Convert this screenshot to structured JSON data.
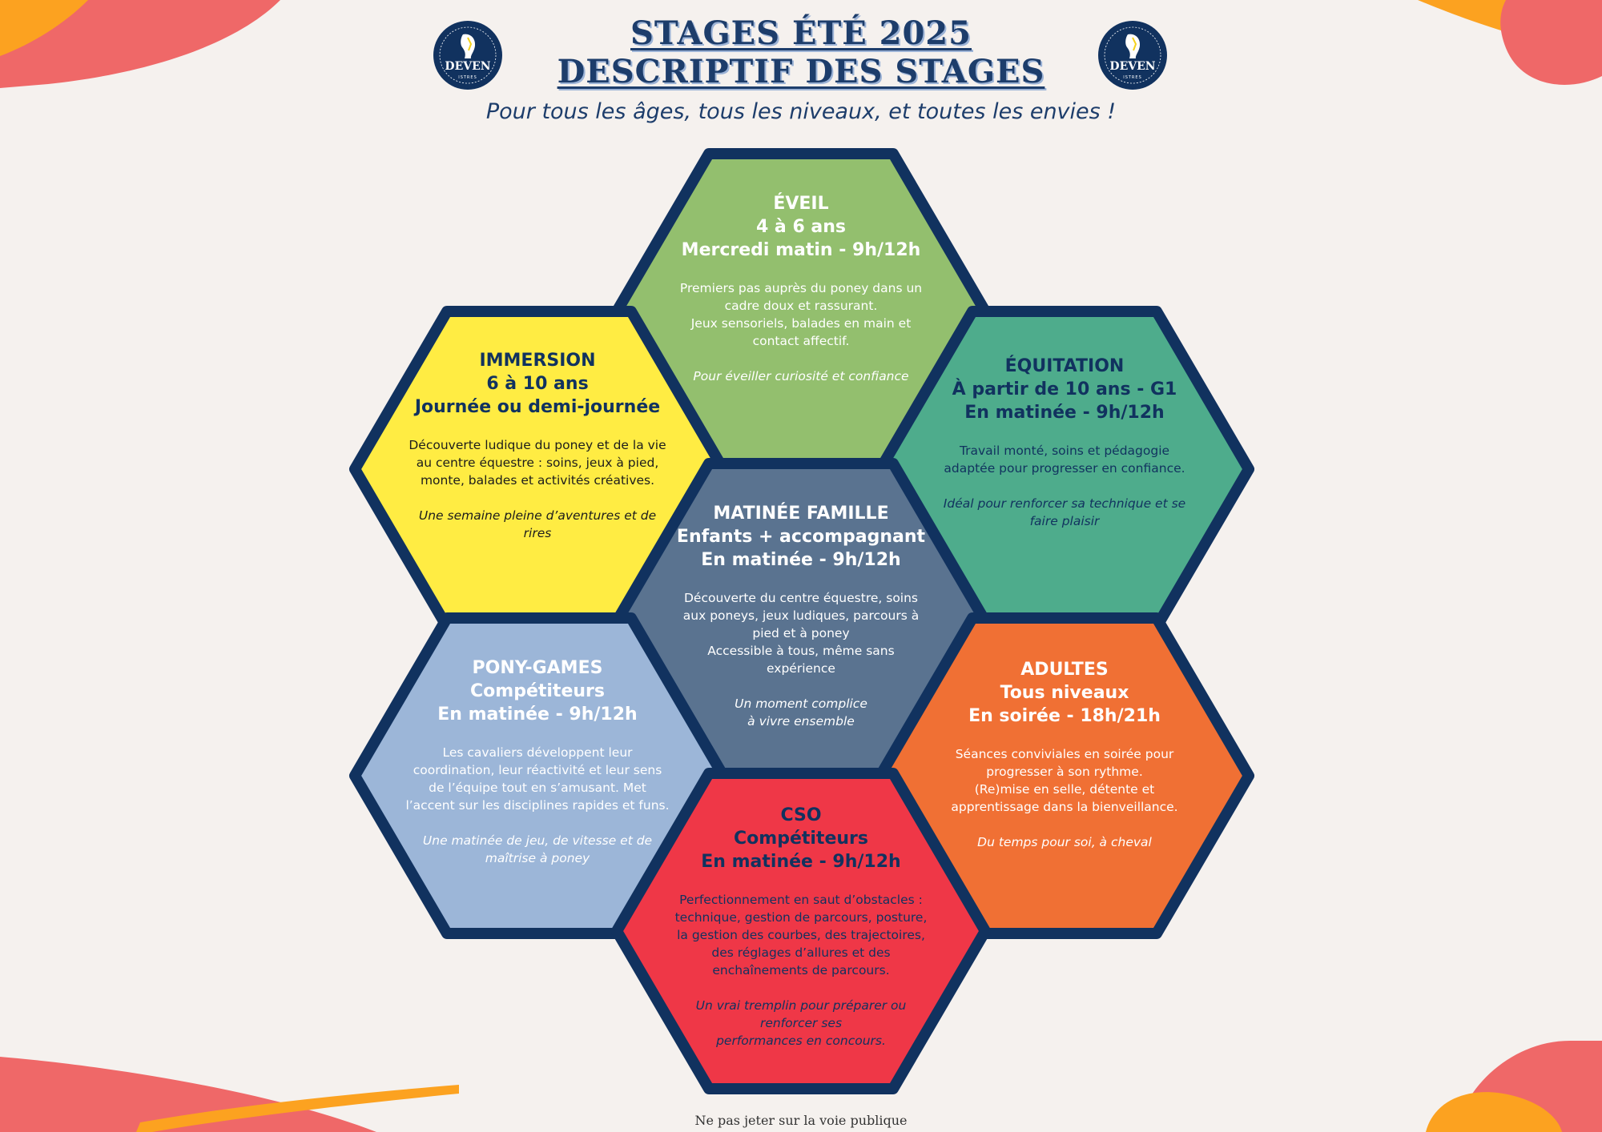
{
  "header": {
    "title_line1": "STAGES ÉTÉ 2025",
    "title_line2": "DESCRIPTIF DES STAGES",
    "subtitle": "Pour tous les âges, tous les niveaux, et toutes les envies !"
  },
  "logo": {
    "name": "DEVEN",
    "city": "ISTRES"
  },
  "colors": {
    "navy": "#11325f",
    "eveil": "#93bf6e",
    "immersion": "#ffec43",
    "equitation": "#4eac8c",
    "famille": "#5a7390",
    "ponygames": "#9cb6d8",
    "adultes": "#f07034",
    "cso": "#ef3747",
    "deco_red": "#ef6868",
    "deco_orange": "#fca220"
  },
  "stages": {
    "eveil": {
      "title": [
        "ÉVEIL",
        "4 à 6 ans",
        "Mercredi matin - 9h/12h"
      ],
      "body": [
        "Premiers pas auprès du poney dans un",
        "cadre doux et rassurant.",
        "Jeux sensoriels, balades en main et",
        "contact affectif."
      ],
      "tagline": [
        "Pour éveiller curiosité et confiance"
      ]
    },
    "immersion": {
      "title": [
        "IMMERSION",
        "6 à 10 ans",
        "Journée ou demi-journée"
      ],
      "body": [
        "Découverte ludique du poney et de la vie",
        "au centre équestre : soins, jeux à pied,",
        "monte, balades et activités créatives."
      ],
      "tagline": [
        "Une semaine pleine d’aventures et de",
        "rires"
      ]
    },
    "equitation": {
      "title": [
        "ÉQUITATION",
        "À partir de 10 ans - G1",
        "En matinée - 9h/12h"
      ],
      "body": [
        "Travail monté, soins et pédagogie",
        "adaptée pour progresser en confiance."
      ],
      "tagline": [
        "Idéal pour renforcer sa technique et se",
        "faire plaisir"
      ]
    },
    "famille": {
      "title": [
        "MATINÉE FAMILLE",
        "Enfants + accompagnant",
        "En matinée - 9h/12h"
      ],
      "body": [
        "Découverte du centre équestre, soins",
        "aux poneys, jeux ludiques, parcours à",
        "pied et à poney",
        "Accessible à tous, même sans",
        "expérience"
      ],
      "tagline": [
        "Un moment complice",
        "à vivre ensemble"
      ]
    },
    "ponygames": {
      "title": [
        "PONY-GAMES",
        "Compétiteurs",
        "En matinée - 9h/12h"
      ],
      "body": [
        "Les cavaliers développent leur",
        "coordination, leur réactivité et leur sens",
        "de l’équipe tout en s’amusant. Met",
        "l’accent sur les disciplines rapides et funs."
      ],
      "tagline": [
        "Une matinée de jeu, de vitesse et de",
        "maîtrise à poney"
      ]
    },
    "adultes": {
      "title": [
        "ADULTES",
        "Tous niveaux",
        "En soirée - 18h/21h"
      ],
      "body": [
        "Séances conviviales en soirée pour",
        "progresser à son rythme.",
        "(Re)mise en selle, détente et",
        "apprentissage dans la bienveillance."
      ],
      "tagline": [
        "Du temps pour soi, à cheval"
      ]
    },
    "cso": {
      "title": [
        "CSO",
        "Compétiteurs",
        "En matinée - 9h/12h"
      ],
      "body": [
        "Perfectionnement en saut d’obstacles :",
        "technique, gestion de parcours, posture,",
        "la gestion des courbes, des trajectoires,",
        "des réglages d’allures et des",
        "enchaînements de parcours."
      ],
      "tagline": [
        "Un vrai tremplin pour préparer ou",
        "renforcer ses",
        "performances en concours."
      ]
    }
  },
  "footer": {
    "note": "Ne pas jeter sur la voie publique"
  }
}
